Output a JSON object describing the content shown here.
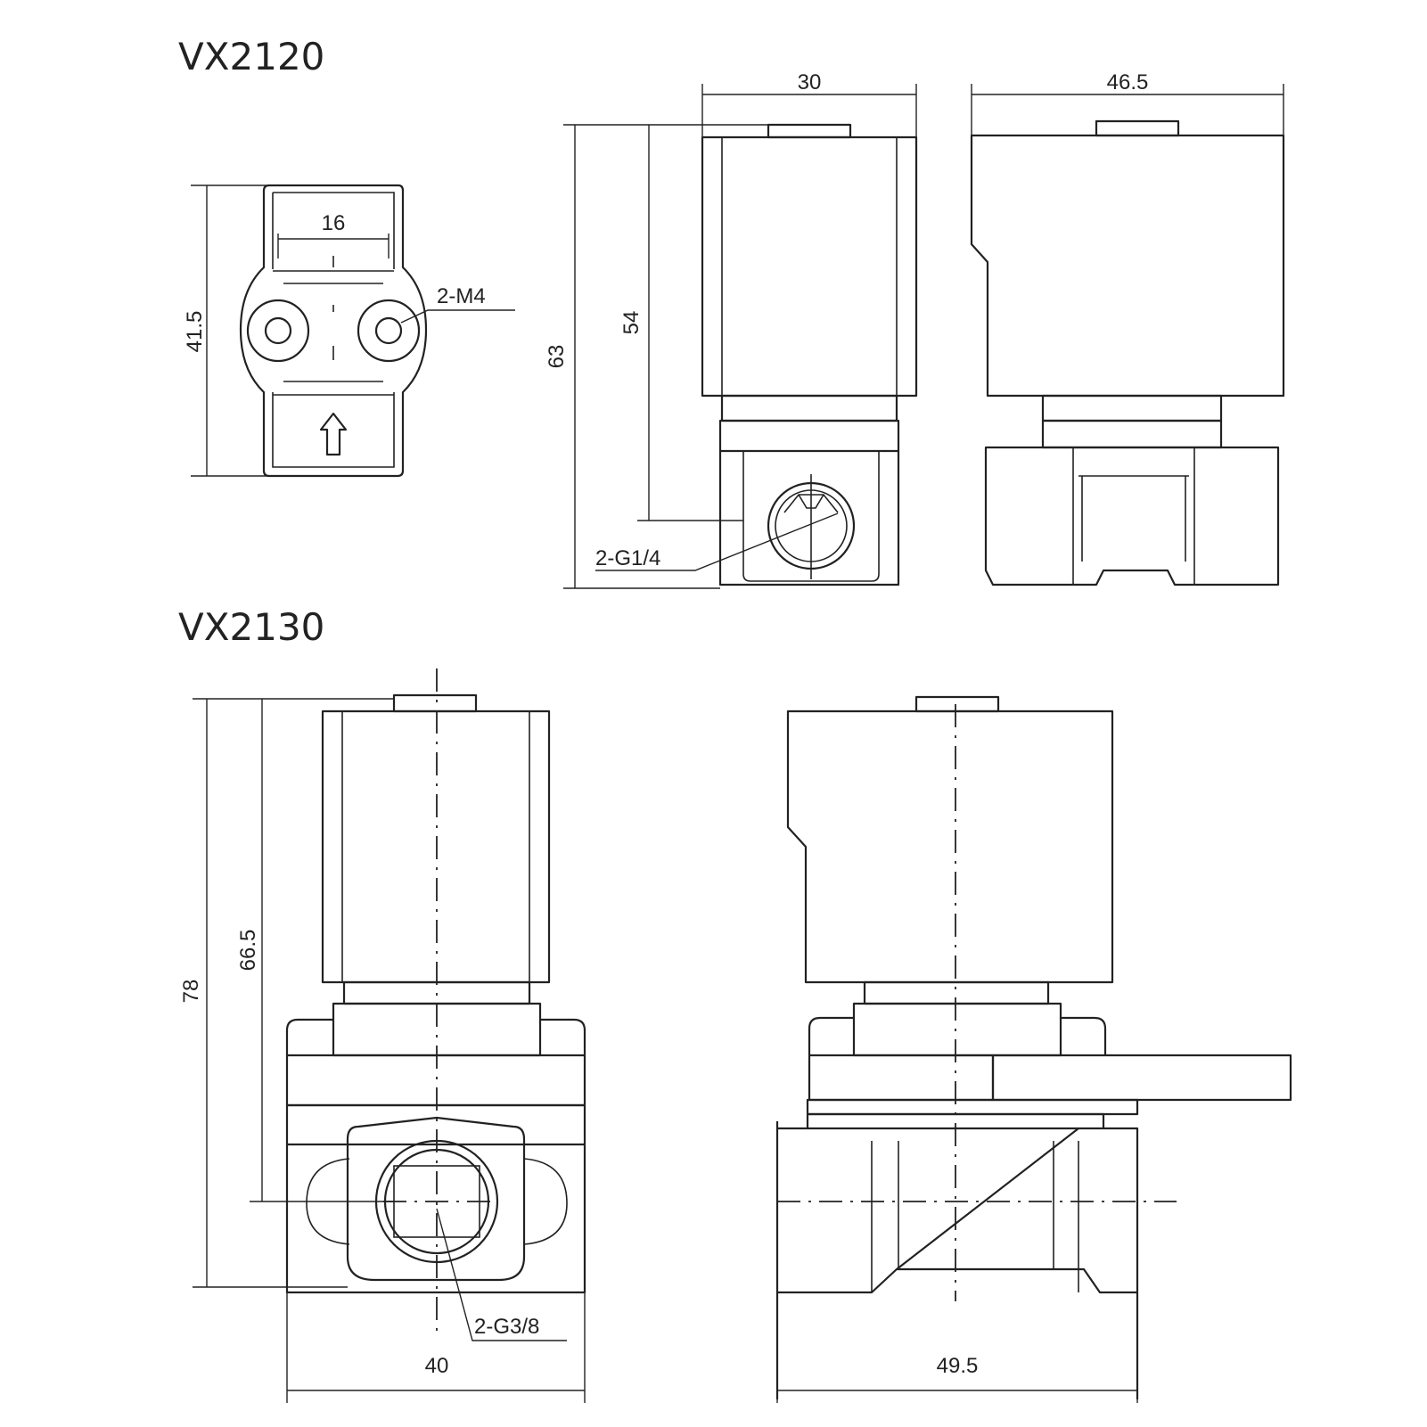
{
  "titles": {
    "model_a": "VX2120",
    "model_b": "VX2130"
  },
  "dimensions": {
    "a_width_16": "16",
    "a_height_41_5": "41.5",
    "a_thread_m4": "2-M4",
    "a_width_30": "30",
    "a_width_46_5": "46.5",
    "a_height_63": "63",
    "a_height_54": "54",
    "a_port_g14": "2-G1/4",
    "b_height_78": "78",
    "b_height_66_5": "66.5",
    "b_port_g38": "2-G3/8",
    "b_width_40": "40",
    "b_width_49_5": "49.5"
  }
}
